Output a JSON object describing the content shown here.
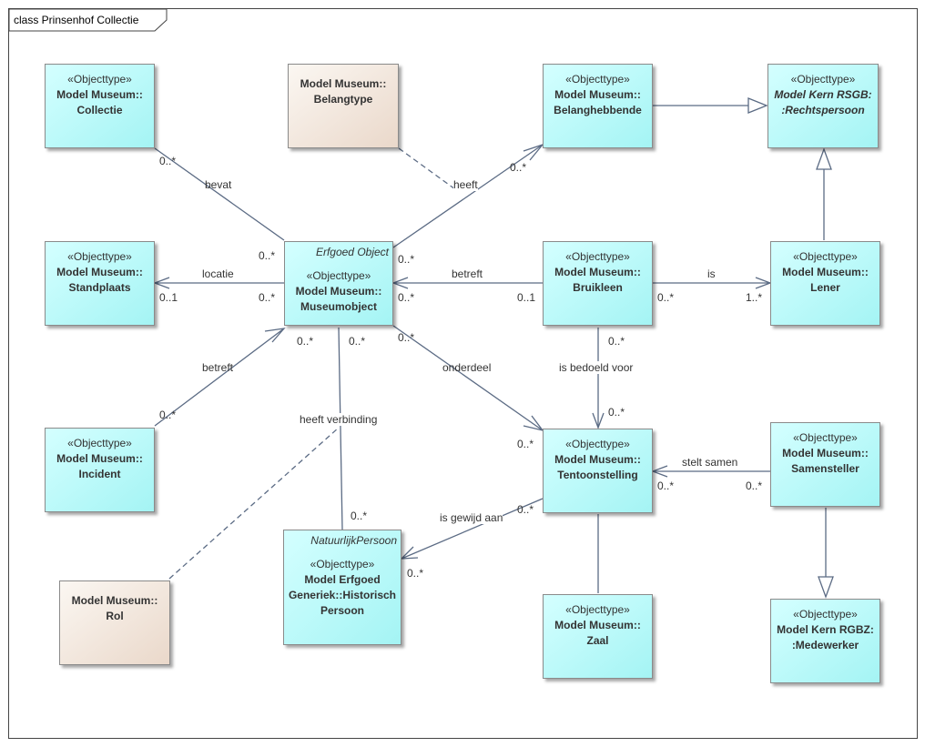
{
  "frame": {
    "title": "class Prinsenhof Collectie"
  },
  "boxes": {
    "collectie": {
      "stereo": "«Objecttype»",
      "name": "Model Museum::\nCollectie"
    },
    "belangtype": {
      "name": "Model Museum::\nBelangtype"
    },
    "belanghebbende": {
      "stereo": "«Objecttype»",
      "name": "Model Museum::\nBelanghebbende"
    },
    "rechtspersoon": {
      "stereo": "«Objecttype»",
      "name": "Model Kern RSGB:\n:Rechtspersoon"
    },
    "standplaats": {
      "stereo": "«Objecttype»",
      "name": "Model Museum::\nStandplaats"
    },
    "museumobject": {
      "tag": "Erfgoed Object",
      "stereo": "«Objecttype»",
      "name": "Model Museum::\nMuseumobject"
    },
    "bruikleen": {
      "stereo": "«Objecttype»",
      "name": "Model Museum::\nBruikleen"
    },
    "lener": {
      "stereo": "«Objecttype»",
      "name": "Model Museum::\nLener"
    },
    "incident": {
      "stereo": "«Objecttype»",
      "name": "Model Museum::\nIncident"
    },
    "tentoonstelling": {
      "stereo": "«Objecttype»",
      "name": "Model Museum::\nTentoonstelling"
    },
    "samensteller": {
      "stereo": "«Objecttype»",
      "name": "Model Museum::\nSamensteller"
    },
    "rol": {
      "name": "Model Museum::\nRol"
    },
    "persoon": {
      "tag": "NatuurlijkPersoon",
      "stereo": "«Objecttype»",
      "name": "Model Erfgoed\nGeneriek::Historisch\nPersoon"
    },
    "zaal": {
      "stereo": "«Objecttype»",
      "name": "Model Museum::\nZaal"
    },
    "medewerker": {
      "stereo": "«Objecttype»",
      "name": "Model Kern RGBZ:\n:Medewerker"
    }
  },
  "labels": {
    "bevat": "bevat",
    "bevat_mult_collectie": "0..*",
    "bevat_mult_museum": "0..*",
    "heeft": "heeft",
    "heeft_mult_museum": "0..*",
    "heeft_mult_belang": "0..*",
    "locatie": "locatie",
    "locatie_mult_stand": "0..1",
    "locatie_mult_museum": "0..*",
    "betreft_bruik": "betreft",
    "betreft_bruik_mult_museum": "0..*",
    "betreft_bruik_mult_bruik": "0..1",
    "is": "is",
    "is_mult_bruik": "0..*",
    "is_mult_lener": "1..*",
    "betreft_incident": "betreft",
    "betreft_incident_mult": "0..*",
    "onderdeel": "onderdeel",
    "onderdeel_mult_museum": "0..*",
    "onderdeel_mult_tent": "0..*",
    "is_bedoeld_voor": "is bedoeld voor",
    "is_bedoeld_voor_mult_bruik": "0..*",
    "is_bedoeld_voor_mult_tent": "0..*",
    "heeft_verbinding": "heeft verbinding",
    "heeft_verbinding_mult_museum": "0..*",
    "heeft_verbinding_mult_persoon": "0..*",
    "stelt_samen": "stelt samen",
    "stelt_samen_mult_tent": "0..*",
    "stelt_samen_mult_samen": "0..*",
    "is_gewijd_aan": "is gewijd aan",
    "is_gewijd_aan_mult_tent": "0..*",
    "is_gewijd_aan_mult_persoon": "0..*"
  },
  "colors": {
    "objecttype_fill": "#b8f8f8",
    "class_fill": "#f3e9e0",
    "edge": "#5b6b84"
  }
}
